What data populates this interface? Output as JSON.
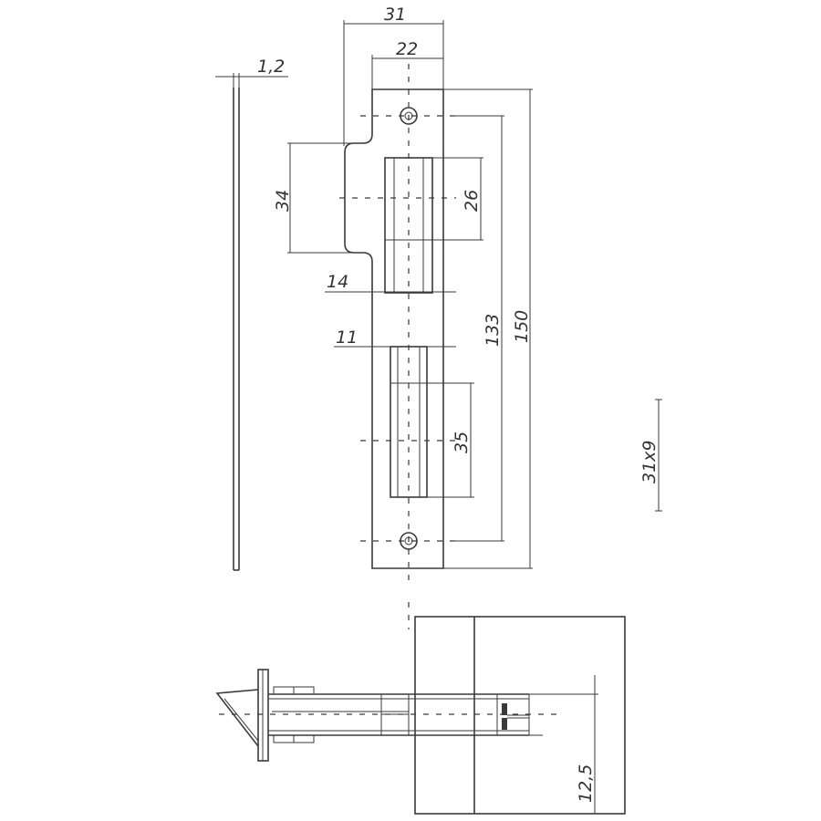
{
  "dimensions": {
    "plate_width": "31",
    "inner_width": "22",
    "thickness": "1,2",
    "latch_cutout_height": "34",
    "latch_opening_height": "26",
    "latch_slot_offset": "14",
    "bolt_slot_offset": "11",
    "hole_spacing": "133",
    "plate_length": "150",
    "bolt_opening_height": "35",
    "box_size": "31x9",
    "side_height": "12,5"
  },
  "colors": {
    "line": "#3a3a3a",
    "background": "#ffffff"
  }
}
